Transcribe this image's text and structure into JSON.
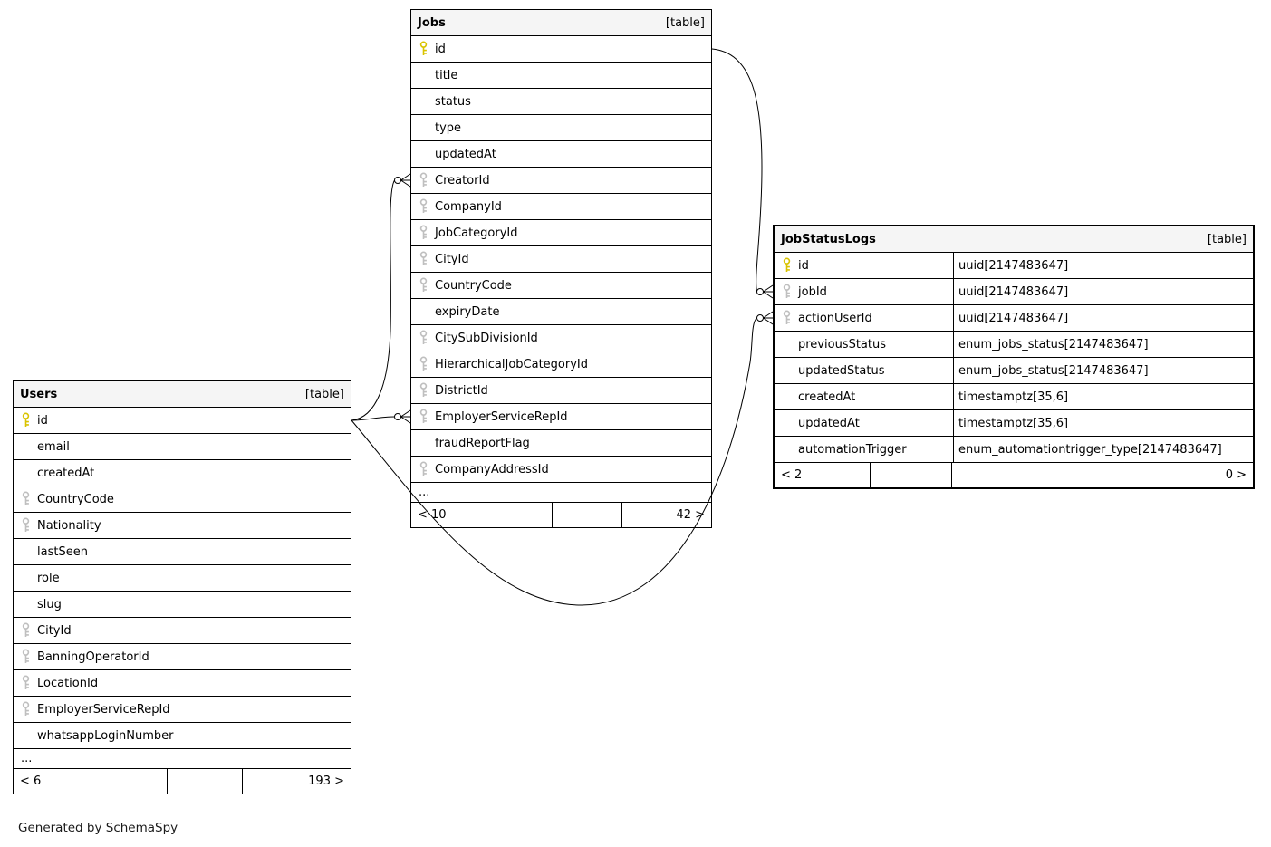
{
  "diagram": {
    "footer_note": "Generated by SchemaSpy"
  },
  "colors": {
    "pk_key": "#d9c300",
    "fk_key": "#bfbfbf",
    "line": "#000000",
    "header_bg": "#f5f5f5"
  },
  "tables": [
    {
      "id": "jobs",
      "name": "Jobs",
      "tag": "[table]",
      "columns": [
        {
          "name": "id",
          "key": "pk"
        },
        {
          "name": "title"
        },
        {
          "name": "status"
        },
        {
          "name": "type"
        },
        {
          "name": "updatedAt"
        },
        {
          "name": "CreatorId",
          "key": "fk"
        },
        {
          "name": "CompanyId",
          "key": "fk"
        },
        {
          "name": "JobCategoryId",
          "key": "fk"
        },
        {
          "name": "CityId",
          "key": "fk"
        },
        {
          "name": "CountryCode",
          "key": "fk"
        },
        {
          "name": "expiryDate"
        },
        {
          "name": "CitySubDivisionId",
          "key": "fk"
        },
        {
          "name": "HierarchicalJobCategoryId",
          "key": "fk"
        },
        {
          "name": "DistrictId",
          "key": "fk"
        },
        {
          "name": "EmployerServiceRepId",
          "key": "fk"
        },
        {
          "name": "fraudReportFlag"
        },
        {
          "name": "CompanyAddressId",
          "key": "fk"
        }
      ],
      "ellipsis": "...",
      "footer": {
        "left": "< 10",
        "middle": "",
        "right": "42 >"
      }
    },
    {
      "id": "users",
      "name": "Users",
      "tag": "[table]",
      "columns": [
        {
          "name": "id",
          "key": "pk"
        },
        {
          "name": "email"
        },
        {
          "name": "createdAt"
        },
        {
          "name": "CountryCode",
          "key": "fk"
        },
        {
          "name": "Nationality",
          "key": "fk"
        },
        {
          "name": "lastSeen"
        },
        {
          "name": "role"
        },
        {
          "name": "slug"
        },
        {
          "name": "CityId",
          "key": "fk"
        },
        {
          "name": "BanningOperatorId",
          "key": "fk"
        },
        {
          "name": "LocationId",
          "key": "fk"
        },
        {
          "name": "EmployerServiceRepId",
          "key": "fk"
        },
        {
          "name": "whatsappLoginNumber"
        }
      ],
      "ellipsis": "...",
      "footer": {
        "left": "< 6",
        "middle": "",
        "right": "193 >"
      }
    },
    {
      "id": "jobstatuslogs",
      "name": "JobStatusLogs",
      "tag": "[table]",
      "columns": [
        {
          "name": "id",
          "key": "pk",
          "type": "uuid[2147483647]"
        },
        {
          "name": "jobId",
          "key": "fk",
          "type": "uuid[2147483647]"
        },
        {
          "name": "actionUserId",
          "key": "fk",
          "type": "uuid[2147483647]"
        },
        {
          "name": "previousStatus",
          "type": "enum_jobs_status[2147483647]"
        },
        {
          "name": "updatedStatus",
          "type": "enum_jobs_status[2147483647]"
        },
        {
          "name": "createdAt",
          "type": "timestamptz[35,6]"
        },
        {
          "name": "updatedAt",
          "type": "timestamptz[35,6]"
        },
        {
          "name": "automationTrigger",
          "type": "enum_automationtrigger_type[2147483647]"
        }
      ],
      "footer": {
        "left": "< 2",
        "middle": "",
        "right": "0 >"
      }
    }
  ],
  "relationships": [
    {
      "from": "Jobs.id",
      "to": "JobStatusLogs.jobId"
    },
    {
      "from": "Users.id",
      "to": "Jobs.CreatorId"
    },
    {
      "from": "Users.id",
      "to": "Jobs.EmployerServiceRepId"
    },
    {
      "from": "Users.id",
      "to": "JobStatusLogs.actionUserId"
    }
  ]
}
